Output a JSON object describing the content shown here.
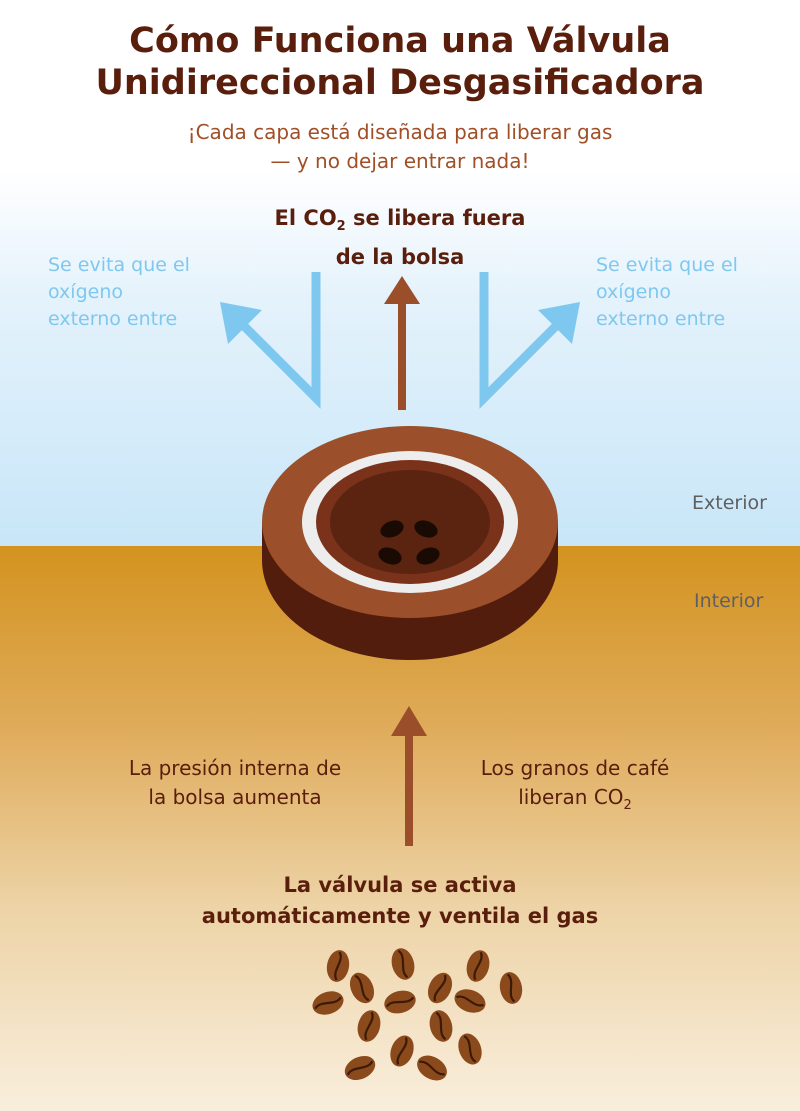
{
  "title": {
    "line1": "Cómo Funciona una Válvula",
    "line2": "Unidireccional Desgasificadora"
  },
  "subtitle": {
    "line1": "¡Cada capa está diseñada para liberar gas",
    "line2": "— y no dejar entrar nada!"
  },
  "top_label": {
    "part1": "El CO",
    "subscript": "2",
    "part2": " se libera fuera",
    "line2": "de la bolsa"
  },
  "oxygen_label": {
    "line1": "Se evita que el",
    "line2": "oxígeno",
    "line3": "externo entre"
  },
  "zones": {
    "exterior": "Exterior",
    "interior": "Interior"
  },
  "pressure_label": {
    "line1": "La presión interna de",
    "line2": "la bolsa aumenta"
  },
  "beans_label": {
    "line1": "Los granos de café",
    "line2": "liberan CO",
    "subscript": "2"
  },
  "valve_label": {
    "line1": "La válvula se activa",
    "line2": "automáticamente y ventila el gas"
  },
  "colors": {
    "title": "#5a1e0c",
    "subtitle": "#a04f26",
    "oxygen_arrow": "#7ec8f0",
    "co2_arrow": "#9a4e2a",
    "exterior_sky": "#c8e6f8",
    "interior_bag": "#d4931f",
    "bean": "#8a4a1c"
  },
  "icons": {
    "valve": "degassing-valve-icon",
    "bean": "coffee-bean-icon"
  }
}
